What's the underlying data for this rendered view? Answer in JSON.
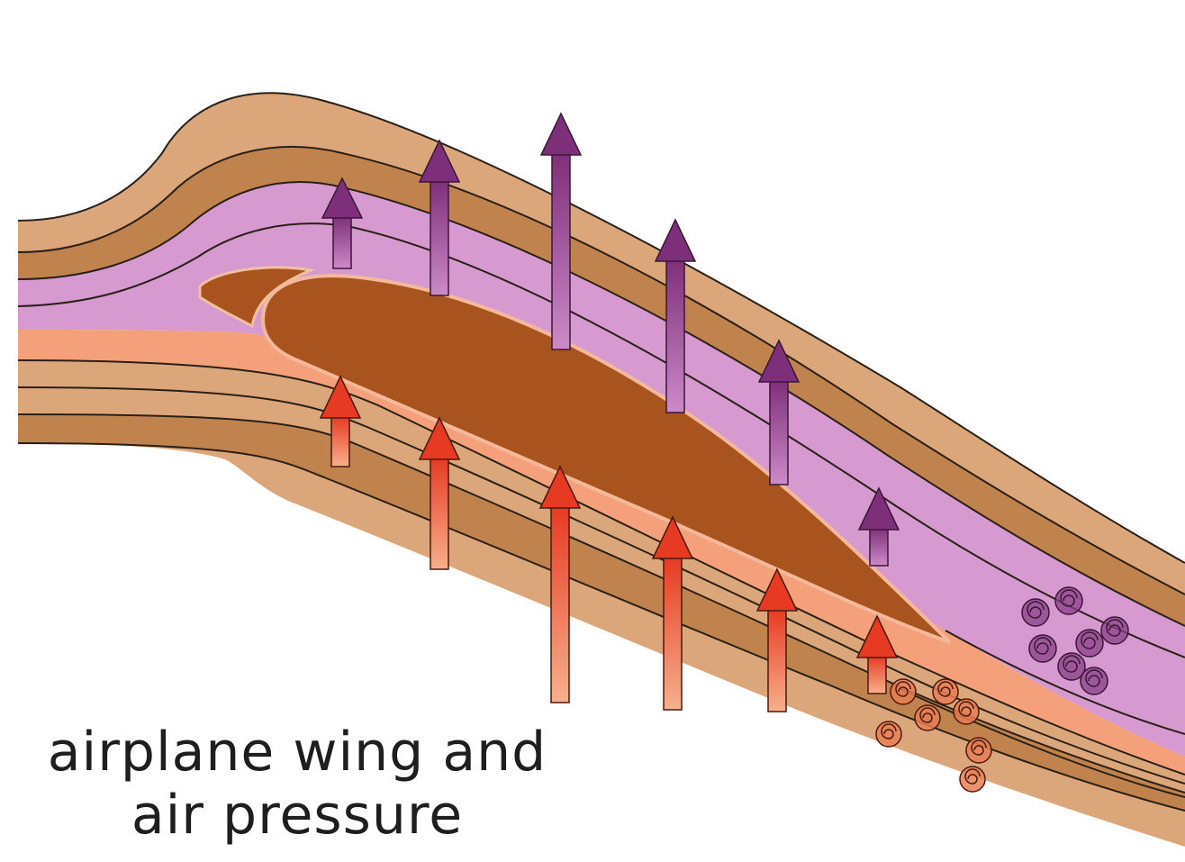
{
  "caption": {
    "line1": "airplane wing and",
    "line2": "air pressure"
  },
  "colors": {
    "background": "#ffffff",
    "light_band": "#dba77a",
    "dark_band": "#c1834e",
    "streamline": "#2a2017",
    "wing": "#a9531f",
    "low_pressure_air": "#d69ad0",
    "high_pressure_air": "#f4a07a",
    "upper_arrows": "#8d3f86",
    "lower_arrows": "#e4482c",
    "lower_vortices": "#e77f54",
    "upper_vortices": "#8a3f88"
  },
  "arrows": {
    "upper_count": 6,
    "lower_count": 6,
    "upper_direction": "up",
    "lower_direction": "up"
  }
}
